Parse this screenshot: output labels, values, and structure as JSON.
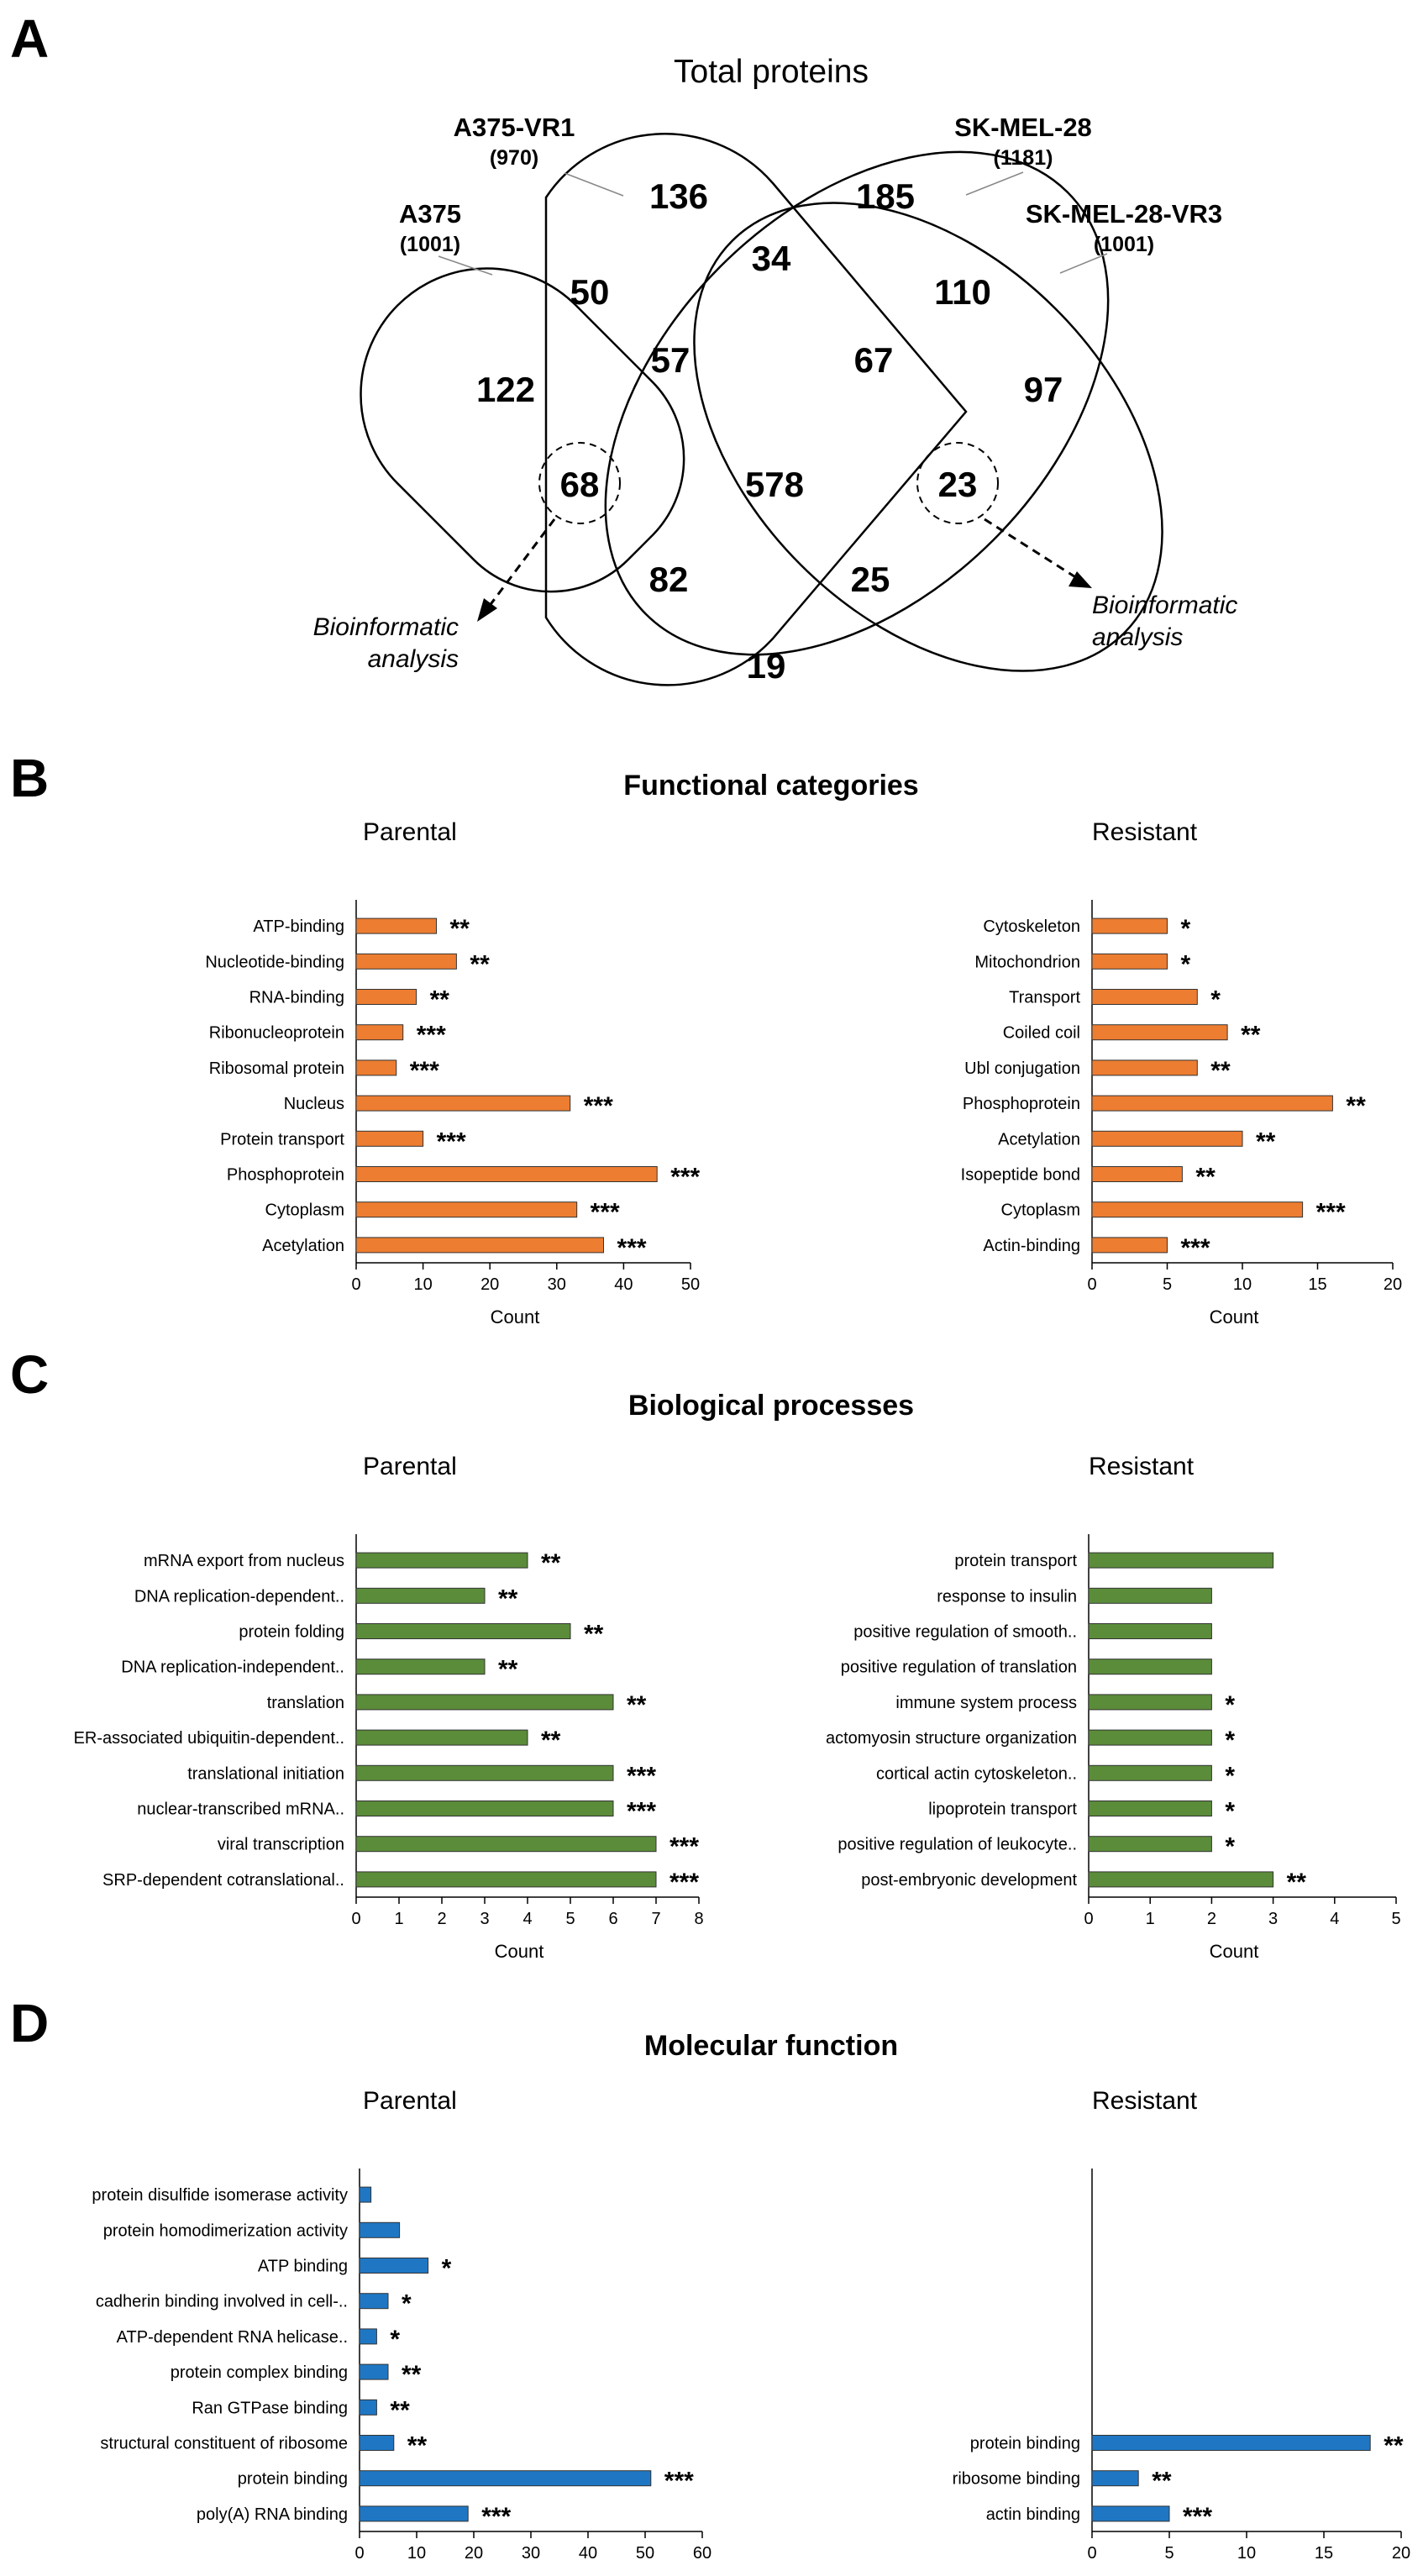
{
  "panels": {
    "A": "A",
    "B": "B",
    "C": "C",
    "D": "D"
  },
  "venn": {
    "title": "Total proteins",
    "sets": [
      {
        "name": "A375",
        "count": "(1001)"
      },
      {
        "name": "A375-VR1",
        "count": "(970)"
      },
      {
        "name": "SK-MEL-28",
        "count": "(1181)"
      },
      {
        "name": "SK-MEL-28-VR3",
        "count": "(1001)"
      }
    ],
    "regions": {
      "vr1_only": "136",
      "skmel_only": "185",
      "vr1_skmel": "34",
      "a375_vr1": "50",
      "skmel_vr3": "110",
      "a375_vr1_skmel": "57",
      "vr1_skmel_vr3": "67",
      "a375_only": "122",
      "vr3_only": "97",
      "a375_vr1_vr3": "68",
      "all": "578",
      "a375_skmel_vr3": "23",
      "a375_skmel_vr3_lower": "82",
      "a375_vr3_side": "25",
      "a375_vr3": "19"
    },
    "annotations": {
      "left": [
        "Bioinformatic",
        "analysis"
      ],
      "right": [
        "Bioinformatic",
        "analysis"
      ]
    }
  },
  "sections": {
    "B": "Functional categories",
    "C": "Biological processes",
    "D": "Molecular function"
  },
  "colors": {
    "functional": "#ED7D31",
    "biological": "#5B8C3A",
    "molecular": "#1F77C4",
    "bar_edge": "#333333"
  },
  "chart_data": [
    {
      "type": "bar",
      "orientation": "horizontal",
      "panel": "B",
      "title": "Parental",
      "categories": [
        "ATP-binding",
        "Nucleotide-binding",
        "RNA-binding",
        "Ribonucleoprotein",
        "Ribosomal protein",
        "Nucleus",
        "Protein transport",
        "Phosphoprotein",
        "Cytoplasm",
        "Acetylation"
      ],
      "values": [
        12,
        15,
        9,
        7,
        6,
        32,
        10,
        45,
        33,
        37
      ],
      "significance": [
        "**",
        "**",
        "**",
        "***",
        "***",
        "***",
        "***",
        "***",
        "***",
        "***"
      ],
      "xlabel": "Count",
      "xlim": [
        0,
        50
      ],
      "xticks": [
        "0",
        "10",
        "20",
        "30",
        "40",
        "50"
      ]
    },
    {
      "type": "bar",
      "orientation": "horizontal",
      "panel": "B",
      "title": "Resistant",
      "categories": [
        "Cytoskeleton",
        "Mitochondrion",
        "Transport",
        "Coiled coil",
        "Ubl conjugation",
        "Phosphoprotein",
        "Acetylation",
        "Isopeptide bond",
        "Cytoplasm",
        "Actin-binding"
      ],
      "values": [
        5,
        5,
        7,
        9,
        7,
        16,
        10,
        6,
        14,
        5
      ],
      "significance": [
        "*",
        "*",
        "*",
        "**",
        "**",
        "**",
        "**",
        "**",
        "***",
        "***"
      ],
      "xlabel": "Count",
      "xlim": [
        0,
        20
      ],
      "xticks": [
        "0",
        "5",
        "10",
        "15",
        "20"
      ]
    },
    {
      "type": "bar",
      "orientation": "horizontal",
      "panel": "C",
      "title": "Parental",
      "categories": [
        "mRNA export from nucleus",
        "DNA replication-dependent..",
        "protein folding",
        "DNA replication-independent..",
        "translation",
        "ER-associated ubiquitin-dependent..",
        "translational initiation",
        "nuclear-transcribed mRNA..",
        "viral transcription",
        "SRP-dependent cotranslational.."
      ],
      "values": [
        4,
        3,
        5,
        3,
        6,
        4,
        6,
        6,
        7,
        7
      ],
      "significance": [
        "**",
        "**",
        "**",
        "**",
        "**",
        "**",
        "***",
        "***",
        "***",
        "***"
      ],
      "xlabel": "Count",
      "xlim": [
        0,
        8
      ],
      "xticks": [
        "0",
        "1",
        "2",
        "3",
        "4",
        "5",
        "6",
        "7",
        "8"
      ]
    },
    {
      "type": "bar",
      "orientation": "horizontal",
      "panel": "C",
      "title": "Resistant",
      "categories": [
        "protein transport",
        "response to insulin",
        "positive regulation of smooth..",
        "positive regulation of translation",
        "immune system process",
        "actomyosin structure organization",
        "cortical actin cytoskeleton..",
        "lipoprotein transport",
        "positive regulation of leukocyte..",
        "post-embryonic development"
      ],
      "values": [
        3,
        2,
        2,
        2,
        2,
        2,
        2,
        2,
        2,
        3
      ],
      "significance": [
        "",
        "",
        "",
        "",
        "*",
        "*",
        "*",
        "*",
        "*",
        "**"
      ],
      "xlabel": "Count",
      "xlim": [
        0,
        5
      ],
      "xticks": [
        "0",
        "1",
        "2",
        "3",
        "4",
        "5"
      ]
    },
    {
      "type": "bar",
      "orientation": "horizontal",
      "panel": "D",
      "title": "Parental",
      "categories": [
        "protein disulfide isomerase activity",
        "protein homodimerization activity",
        "ATP binding",
        "cadherin binding involved in cell-..",
        "ATP-dependent RNA helicase..",
        "protein complex binding",
        "Ran GTPase binding",
        "structural constituent of ribosome",
        "protein binding",
        "poly(A) RNA binding"
      ],
      "values": [
        2,
        7,
        12,
        5,
        3,
        5,
        3,
        6,
        51,
        19
      ],
      "significance": [
        "",
        "",
        "*",
        "*",
        "*",
        "**",
        "**",
        "**",
        "***",
        "***"
      ],
      "xlabel": "Count",
      "xlim": [
        0,
        60
      ],
      "xticks": [
        "0",
        "10",
        "20",
        "30",
        "40",
        "50",
        "60"
      ]
    },
    {
      "type": "bar",
      "orientation": "horizontal",
      "panel": "D",
      "title": "Resistant",
      "categories": [
        "protein binding",
        "ribosome binding",
        "actin binding"
      ],
      "values": [
        18,
        3,
        5
      ],
      "significance": [
        "**",
        "**",
        "***"
      ],
      "xlabel": "Count",
      "xlim": [
        0,
        20
      ],
      "xticks": [
        "0",
        "5",
        "10",
        "15",
        "20"
      ]
    }
  ]
}
